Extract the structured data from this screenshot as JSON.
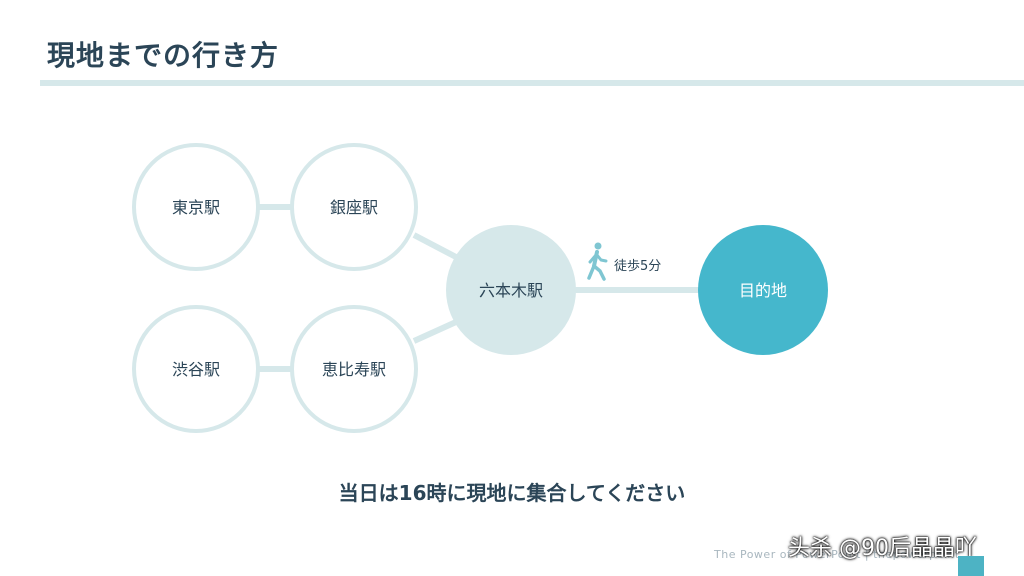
{
  "title": "現地までの行き方",
  "nodes": {
    "tokyo": "東京駅",
    "ginza": "銀座駅",
    "shibuya": "渋谷駅",
    "ebisu": "恵比寿駅",
    "roppongi": "六本木駅",
    "destination": "目的地"
  },
  "walk": {
    "label": "徒歩5分",
    "icon": "walking-person-icon"
  },
  "message": "当日は16時に現地に集合してください",
  "footer": "The Power of PowerPoint | thepowerpoint",
  "watermark": "头杀 @90后晶晶吖",
  "colors": {
    "text": "#2b4557",
    "ring": "#d6e8ea",
    "hub_fill": "#d6e8ea",
    "destination_fill": "#45b7cc",
    "accent": "#4db3c4"
  }
}
